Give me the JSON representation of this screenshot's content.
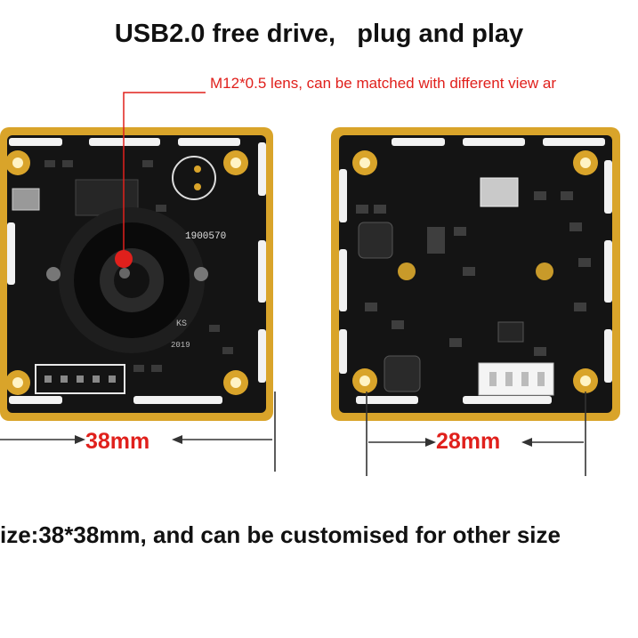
{
  "title": "USB2.0 free drive,   plug and play",
  "lens_note": "M12*0.5 lens, can be matched with different view ar",
  "board_front": {
    "silkscreen_serial": "1900570",
    "silkscreen_code": "KS",
    "silkscreen_year": "2019"
  },
  "dim_left_label": "38mm",
  "dim_right_label": "28mm",
  "size_note": "ize:38*38mm, and can be customised for other size",
  "colors": {
    "pcb": "#141414",
    "gold": "#d9a42a",
    "callout_red": "#e0201c"
  }
}
